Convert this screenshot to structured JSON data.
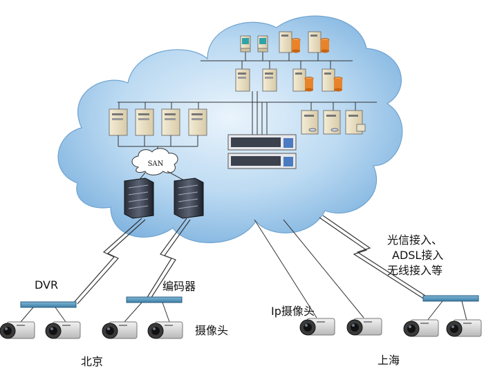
{
  "network": {
    "cloud_label": "SAN"
  },
  "labels": {
    "dvr": "DVR",
    "encoder": "编码器",
    "camera": "摄像头",
    "ip_camera": "Ip摄像头",
    "access": [
      "光信接入、",
      "ADSL接入",
      "无线接入等"
    ],
    "beijing": "北京",
    "shanghai": "上海"
  }
}
